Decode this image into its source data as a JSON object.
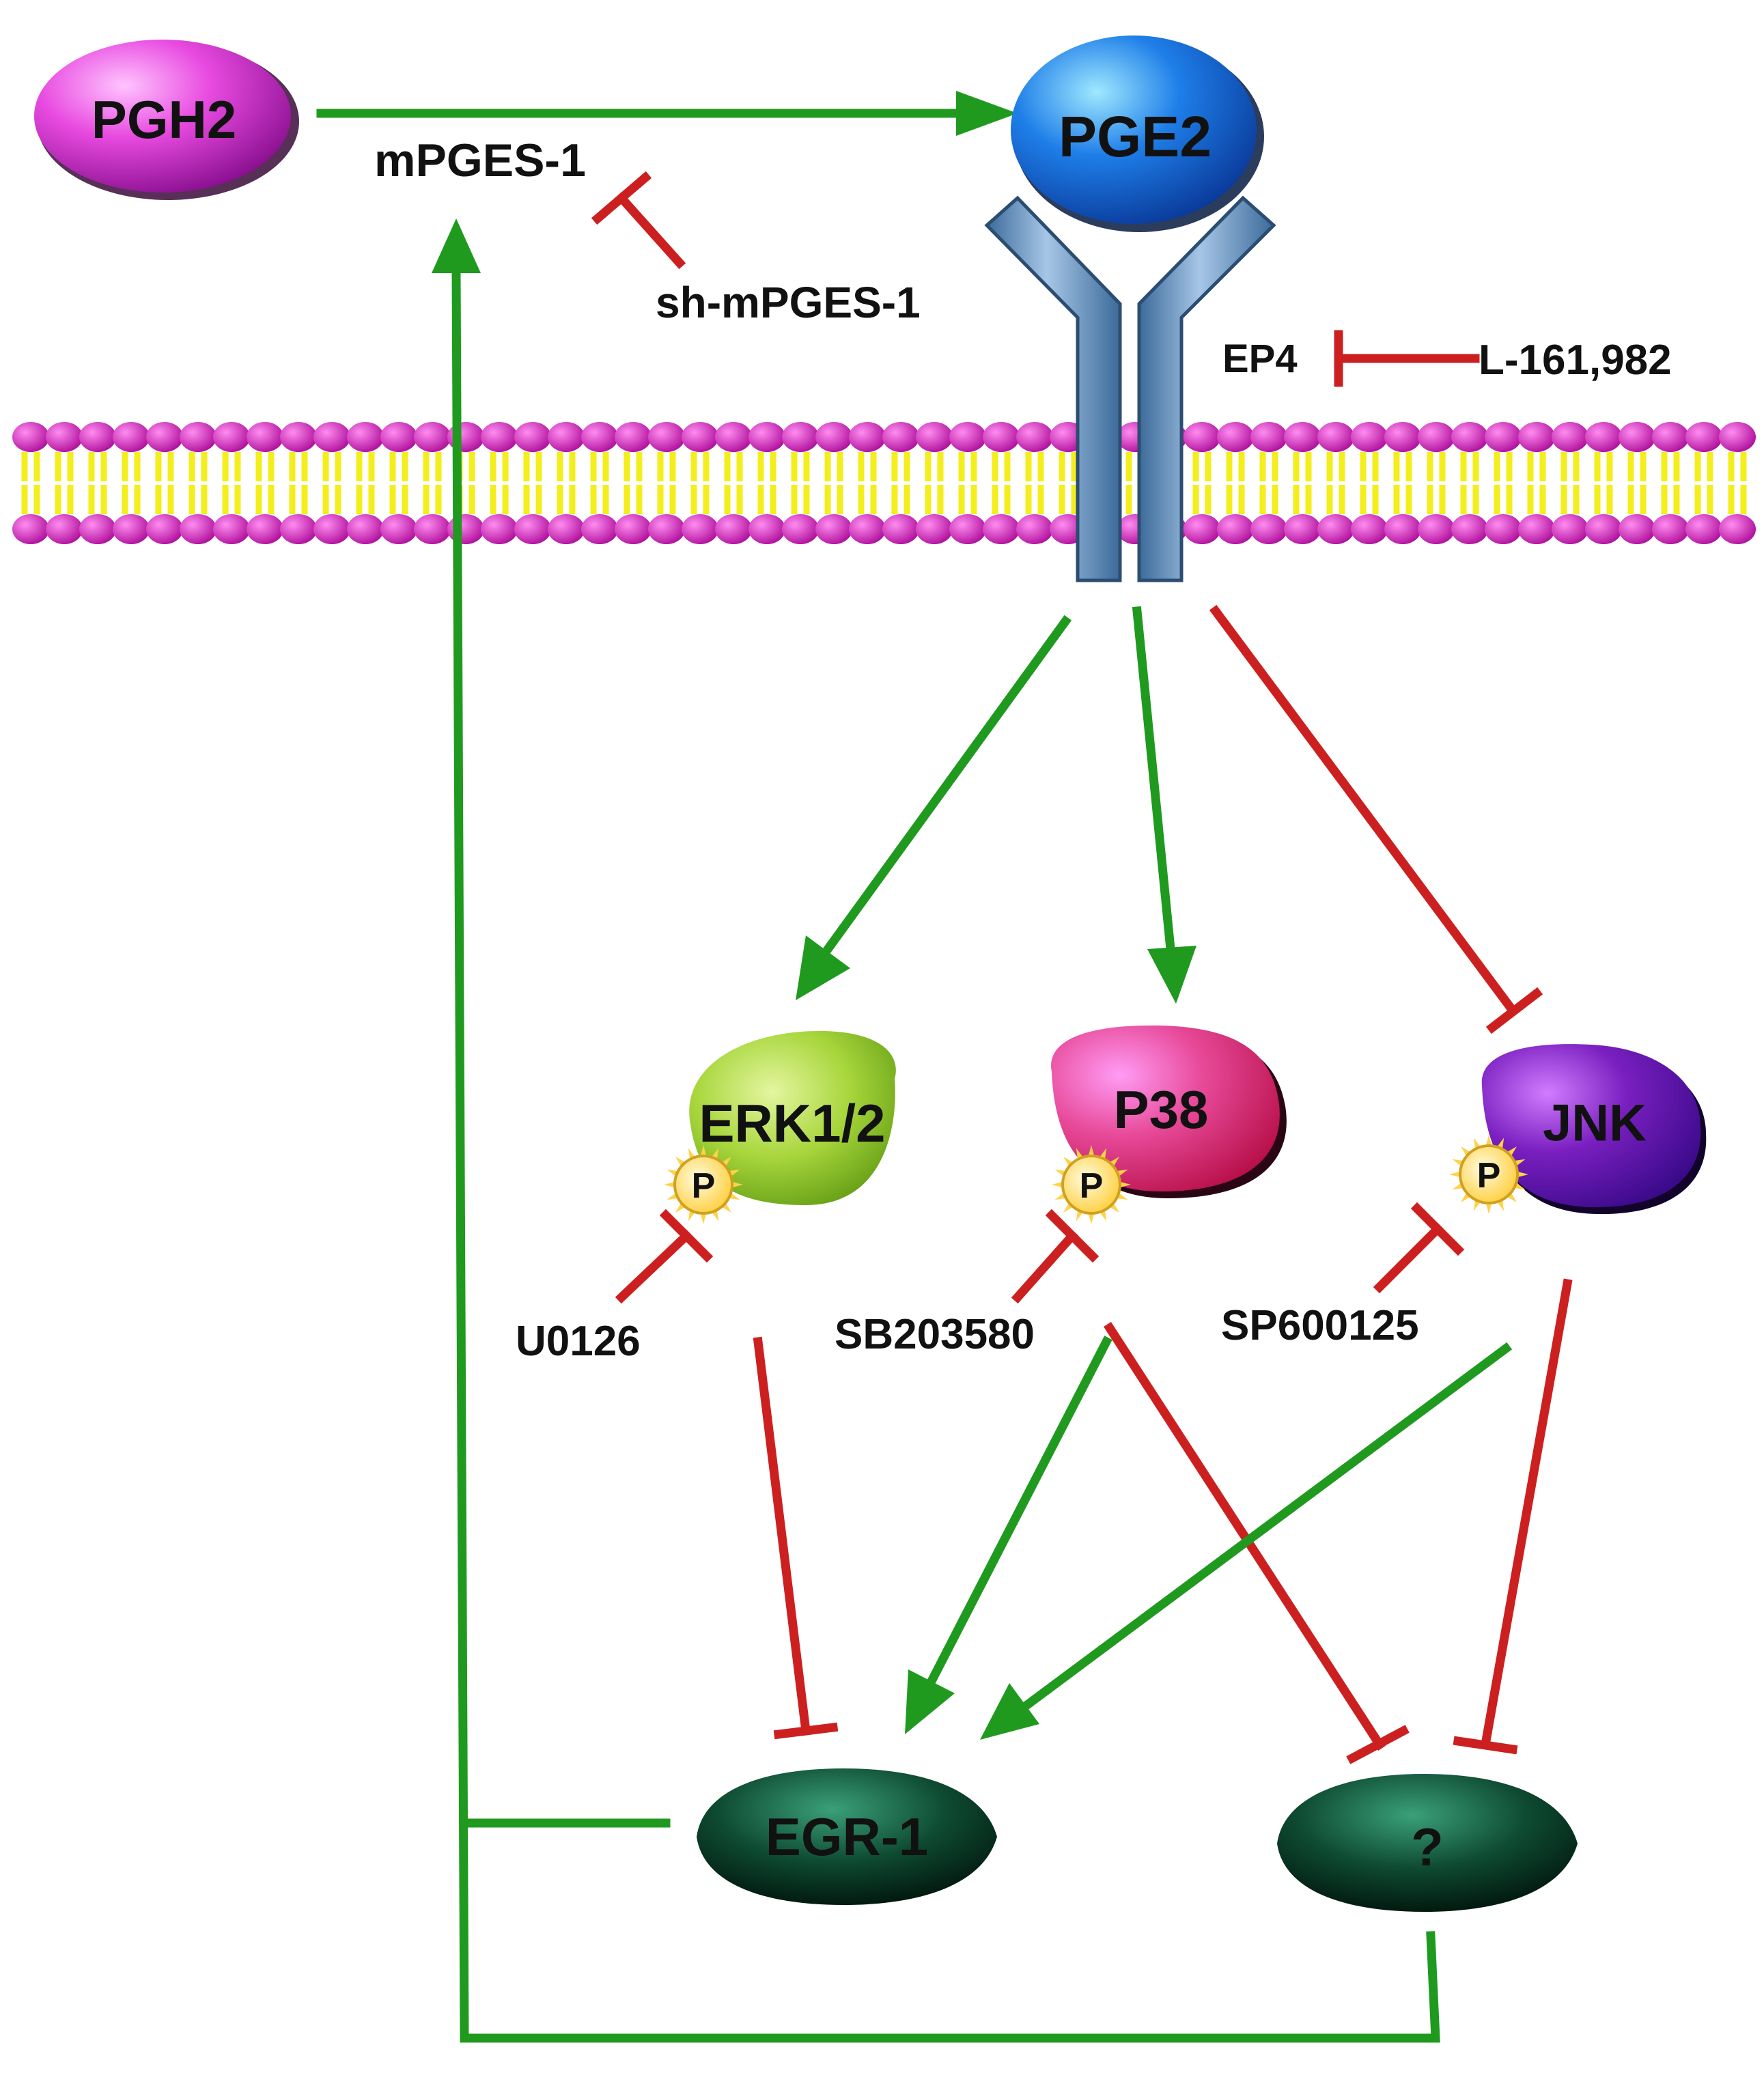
{
  "colors": {
    "activation": "#1f9a1f",
    "inhibition": "#cc2020",
    "membrane_head": "#c81fb8",
    "membrane_tail": "#f4ee1c",
    "receptor": "#6f9ac4",
    "pgh2": "#e84ae0",
    "pge2": "#1e7ee8",
    "erk": "#a8d63c",
    "p38": "#e8407e",
    "jnk": "#7a1fc0",
    "egr": "#0e4a32",
    "phospho": "#ffdd55"
  },
  "nodes": {
    "pgh2": "PGH2",
    "pge2": "PGE2",
    "erk": "ERK1/2",
    "p38": "P38",
    "jnk": "JNK",
    "egr1": "EGR-1",
    "unknown": "?"
  },
  "labels": {
    "mpges1": "mPGES-1",
    "sh_mpges1": "sh-mPGES-1",
    "ep4": "EP4",
    "l161982": "L-161,982",
    "u0126": "U0126",
    "sb203580": "SB203580",
    "sp600125": "SP600125",
    "phospho": "P"
  }
}
